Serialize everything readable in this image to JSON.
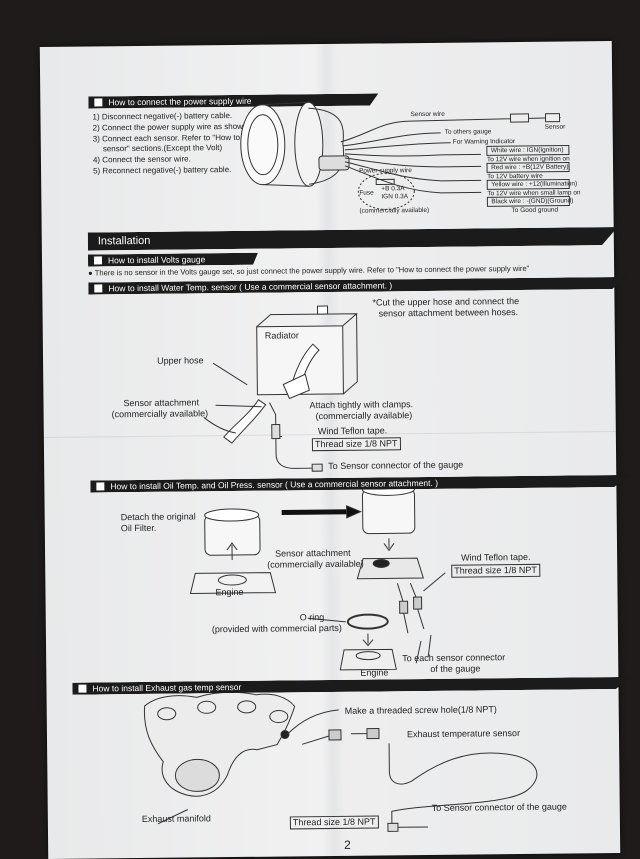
{
  "power": {
    "header": "How to connect the power supply wire",
    "steps": [
      "1) Disconnect negative(-) battery cable.",
      "2) Connect the power supply wire as shown.",
      "3) Connect each sensor. Refer to \"How to attach",
      "sensor\" sections.(Except the Volt)",
      "4) Connect the sensor wire.",
      "5) Reconnect negative(-) battery cable."
    ],
    "labels": {
      "sensor_wire": "Sensor wire",
      "sensor": "Sensor",
      "to_others": "To others gauge",
      "warning": "For Warning Indicator",
      "power_wire": "Power supply wire",
      "fuse": "Fuse",
      "fuse_b": "+B  0.3A",
      "fuse_ign": "IGN  0.3A",
      "comm": "(commercially available)"
    },
    "wires": [
      {
        "name": "White wire : IGN(Ignition)",
        "desc": "To 12V wire when ignition on"
      },
      {
        "name": "Red wire : +B(12V Battery)",
        "desc": "To 12V battery wire"
      },
      {
        "name": "Yellow wire : +12(Illumination)",
        "desc": "To 12V wire when small lamp on"
      },
      {
        "name": "Black wire : -(GND)(Ground)",
        "desc": "To Good ground"
      }
    ]
  },
  "installation": {
    "title": "Installation",
    "volts_header": "How to install Volts gauge",
    "volts_note": "There is no sensor in the Volts gauge set, so just connect the power supply wire. Refer to \"How to connect the power supply wire\""
  },
  "water": {
    "header": "How to install Water Temp. sensor ( Use a commercial sensor attachment. )",
    "note1": "*Cut the upper hose and connect the",
    "note2": "sensor attachment between hoses.",
    "radiator": "Radiator",
    "upper_hose": "Upper hose",
    "attach1": "Sensor attachment",
    "attach2": "(commercially available)",
    "clamps1": "Attach tightly with clamps.",
    "clamps2": "(commercially available)",
    "teflon": "Wind Teflon tape.",
    "thread": "Thread size  1/8 NPT",
    "connector": "To Sensor connector of the gauge"
  },
  "oil": {
    "header": "How to install Oil Temp. and Oil Press. sensor ( Use a commercial sensor attachment. )",
    "detach1": "Detach the original",
    "detach2": "Oil Filter.",
    "engine": "Engine",
    "attach1": "Sensor attachment",
    "attach2": "(commercially available)",
    "teflon": "Wind Teflon tape.",
    "thread": "Thread size  1/8 NPT",
    "oring1": "O ring",
    "oring2": "(provided with commercial parts)",
    "connector1": "To each sensor connector",
    "connector2": "of the gauge",
    "engine2": "Engine"
  },
  "exhaust": {
    "header": "How to install Exhaust gas temp sensor",
    "hole": "Make a threaded screw hole(1/8 NPT)",
    "sensor": "Exhaust temperature sensor",
    "manifold": "Exhaust manifold",
    "connector": "To Sensor connector of the gauge",
    "thread": "Thread size 1/8 NPT"
  },
  "page_number": "2"
}
